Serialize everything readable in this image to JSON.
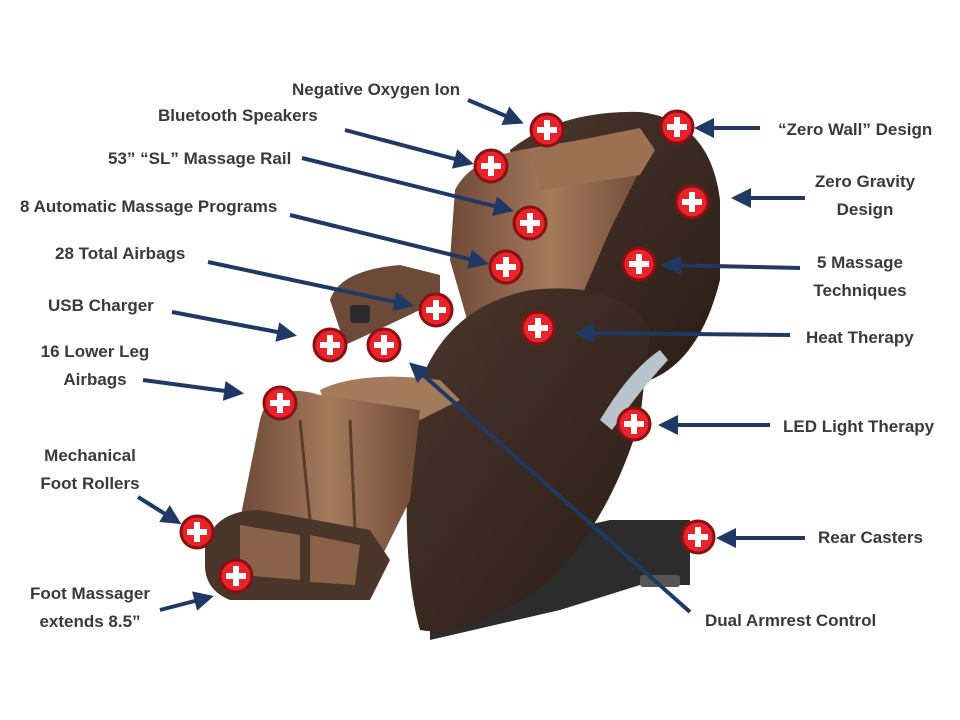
{
  "labels": {
    "negative_oxygen_ion": "Negative Oxygen Ion",
    "bluetooth_speakers": "Bluetooth Speakers",
    "sl_massage_rail": "53” “SL” Massage Rail",
    "automatic_programs": "8 Automatic Massage Programs",
    "total_airbags": "28 Total Airbags",
    "usb_charger": "USB Charger",
    "lower_leg_airbags": [
      "16 Lower Leg",
      "Airbags"
    ],
    "foot_rollers": [
      "Mechanical",
      "Foot Rollers"
    ],
    "foot_massager": [
      "Foot Massager",
      "extends 8.5”"
    ],
    "zero_wall": "“Zero Wall” Design",
    "zero_gravity": [
      "Zero Gravity",
      "Design"
    ],
    "massage_techniques": [
      "5 Massage",
      "Techniques"
    ],
    "heat_therapy": "Heat Therapy",
    "led_light_therapy": "LED Light Therapy",
    "rear_casters": "Rear Casters",
    "dual_armrest": "Dual Armrest Control"
  },
  "colors": {
    "arrow": "#1f3864",
    "marker_fill": "#e8232a",
    "marker_ring": "#8a1014",
    "chair_dark": "#3b2a22",
    "chair_tan": "#8a6248",
    "base": "#2c2c2c"
  },
  "icons": {
    "marker": "red-cross-marker-icon",
    "arrow": "arrow-icon"
  }
}
